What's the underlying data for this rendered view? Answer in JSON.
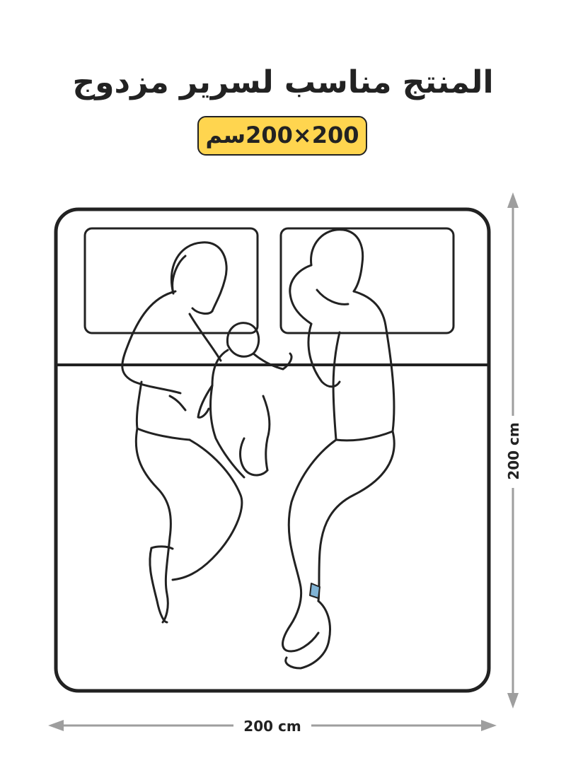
{
  "title": "المنتج مناسب لسرير مزدوج",
  "size_badge": "200×200سم",
  "dimensions": {
    "width_label": "200 cm",
    "height_label": "200 cm"
  },
  "colors": {
    "badge_fill": "#FFD54F",
    "line": "#222222",
    "arrow": "#9E9E9E",
    "accent_sock": "#7FB3D5"
  }
}
